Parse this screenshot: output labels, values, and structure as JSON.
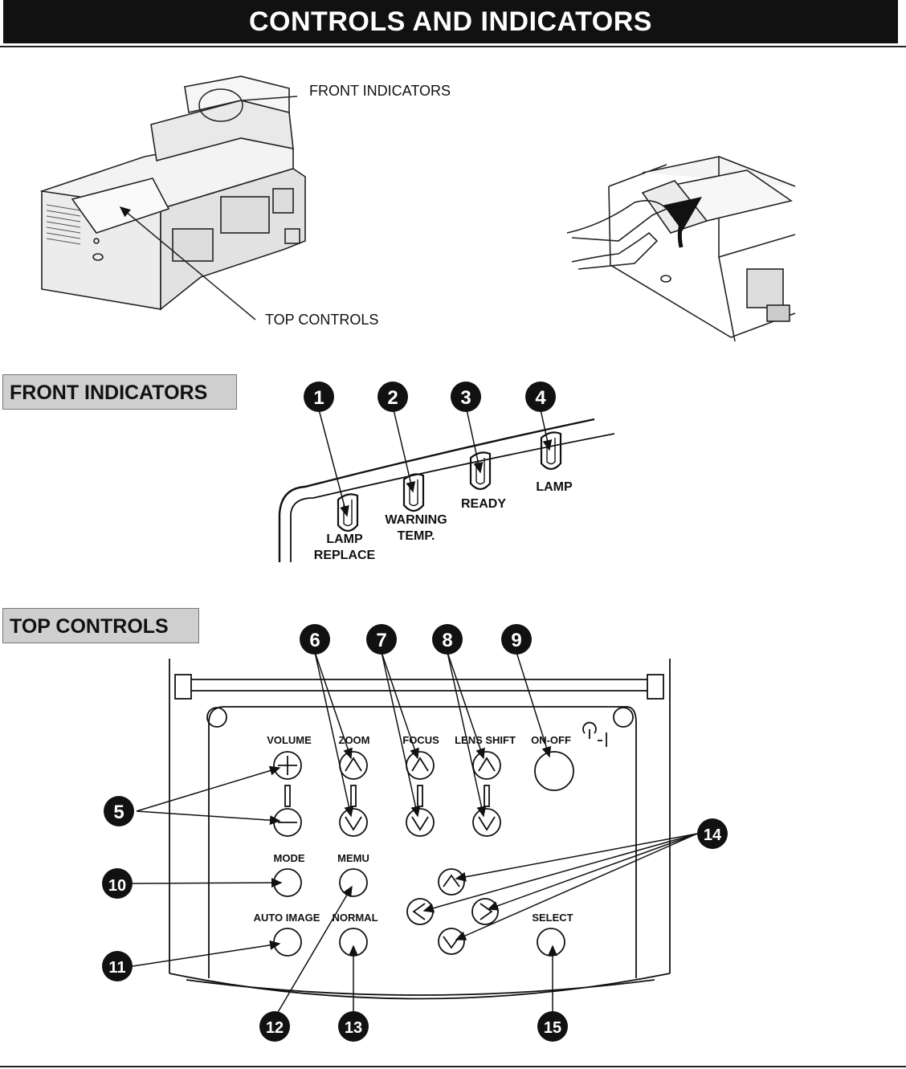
{
  "page": {
    "title": "CONTROLS AND INDICATORS"
  },
  "overview": {
    "label_front_indicators": "FRONT INDICATORS",
    "label_top_controls": "TOP CONTROLS"
  },
  "front_indicators": {
    "heading": "FRONT INDICATORS",
    "callouts": [
      "1",
      "2",
      "3",
      "4"
    ],
    "lamp_replace_line1": "LAMP",
    "lamp_replace_line2": "REPLACE",
    "warning_line1": "WARNING",
    "warning_line2": "TEMP.",
    "ready": "READY",
    "lamp": "LAMP"
  },
  "top_controls": {
    "heading": "TOP CONTROLS",
    "callouts": [
      "5",
      "6",
      "7",
      "8",
      "9",
      "10",
      "11",
      "12",
      "13",
      "14",
      "15"
    ],
    "labels": {
      "volume": "VOLUME",
      "zoom": "ZOOM",
      "focus": "FOCUS",
      "lens_shift": "LENS SHIFT",
      "on_off": "ON-OFF",
      "mode": "MODE",
      "menu": "MEMU",
      "auto_image": "AUTO IMAGE",
      "normal": "NORMAL",
      "select": "SELECT"
    }
  }
}
